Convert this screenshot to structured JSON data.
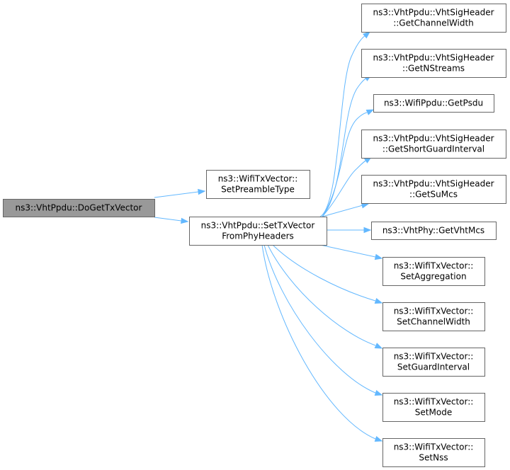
{
  "graph": {
    "nodes": [
      {
        "id": "root",
        "lines": [
          "ns3::VhtPpdu::DoGetTxVector"
        ],
        "root": true
      },
      {
        "id": "setPreamble",
        "lines": [
          "ns3::WifiTxVector::",
          "SetPreambleType"
        ]
      },
      {
        "id": "setTxVector",
        "lines": [
          "ns3::VhtPpdu::SetTxVector",
          "FromPhyHeaders"
        ]
      },
      {
        "id": "getChannelWidth",
        "lines": [
          "ns3::VhtPpdu::VhtSigHeader",
          "::GetChannelWidth"
        ]
      },
      {
        "id": "getNStreams",
        "lines": [
          "ns3::VhtPpdu::VhtSigHeader",
          "::GetNStreams"
        ]
      },
      {
        "id": "getPsdu",
        "lines": [
          "ns3::WifiPpdu::GetPsdu"
        ]
      },
      {
        "id": "getShortGuard",
        "lines": [
          "ns3::VhtPpdu::VhtSigHeader",
          "::GetShortGuardInterval"
        ]
      },
      {
        "id": "getSuMcs",
        "lines": [
          "ns3::VhtPpdu::VhtSigHeader",
          "::GetSuMcs"
        ]
      },
      {
        "id": "getVhtMcs",
        "lines": [
          "ns3::VhtPhy::GetVhtMcs"
        ]
      },
      {
        "id": "setAggregation",
        "lines": [
          "ns3::WifiTxVector::",
          "SetAggregation"
        ]
      },
      {
        "id": "setChannelWidth",
        "lines": [
          "ns3::WifiTxVector::",
          "SetChannelWidth"
        ]
      },
      {
        "id": "setGuardInterval",
        "lines": [
          "ns3::WifiTxVector::",
          "SetGuardInterval"
        ]
      },
      {
        "id": "setMode",
        "lines": [
          "ns3::WifiTxVector::",
          "SetMode"
        ]
      },
      {
        "id": "setNss",
        "lines": [
          "ns3::WifiTxVector::",
          "SetNss"
        ]
      }
    ],
    "edges": [
      {
        "from": "root",
        "to": "setPreamble"
      },
      {
        "from": "root",
        "to": "setTxVector"
      },
      {
        "from": "setTxVector",
        "to": "getChannelWidth"
      },
      {
        "from": "setTxVector",
        "to": "getNStreams"
      },
      {
        "from": "setTxVector",
        "to": "getPsdu"
      },
      {
        "from": "setTxVector",
        "to": "getShortGuard"
      },
      {
        "from": "setTxVector",
        "to": "getSuMcs"
      },
      {
        "from": "setTxVector",
        "to": "getVhtMcs"
      },
      {
        "from": "setTxVector",
        "to": "setAggregation"
      },
      {
        "from": "setTxVector",
        "to": "setChannelWidth"
      },
      {
        "from": "setTxVector",
        "to": "setGuardInterval"
      },
      {
        "from": "setTxVector",
        "to": "setMode"
      },
      {
        "from": "setTxVector",
        "to": "setNss"
      }
    ]
  }
}
